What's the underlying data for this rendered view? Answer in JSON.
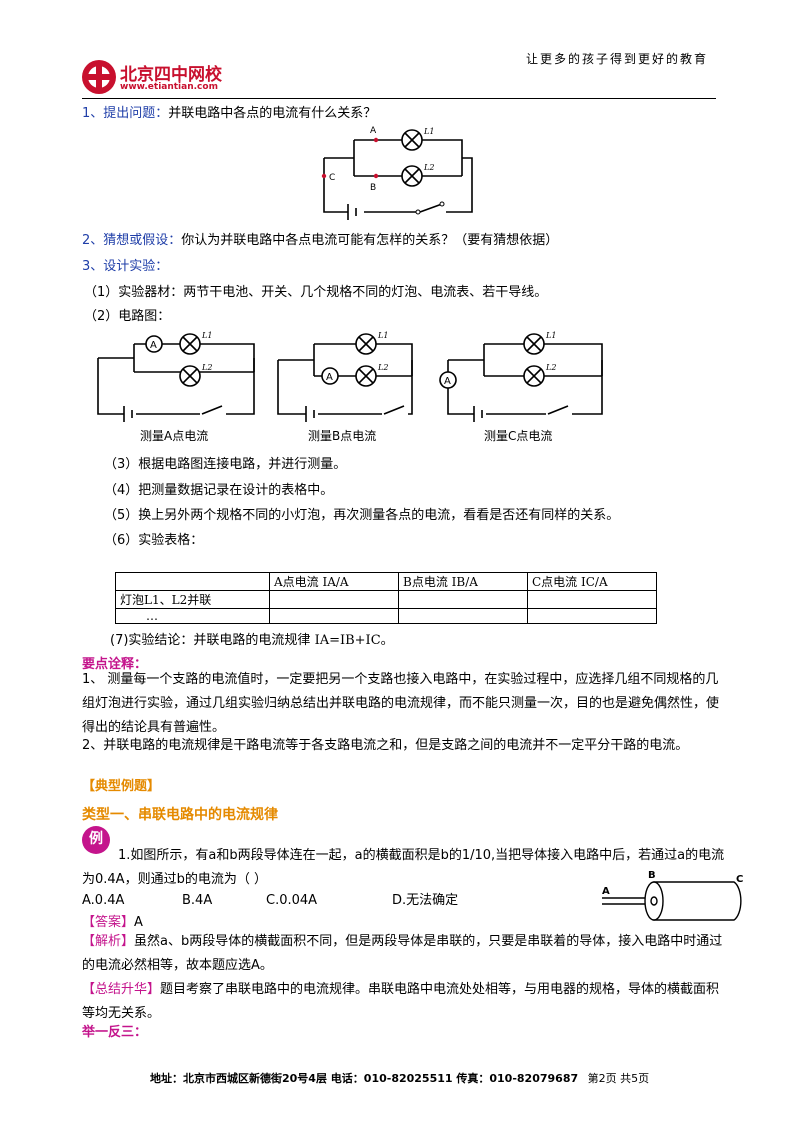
{
  "header": {
    "logo_text": "北京四中网校",
    "logo_url": "www.etiantian.com",
    "slogan": "让更多的孩子得到更好的教育"
  },
  "section1": {
    "heading": "1、提出问题：",
    "question": "并联电路中各点的电流有什么关系？",
    "circuit_labels": {
      "a": "A",
      "b": "B",
      "c": "C",
      "l1": "L1",
      "l2": "L2"
    }
  },
  "section2": {
    "heading": "2、猜想或假设：",
    "text": "你认为并联电路中各点电流可能有怎样的关系？（要有猜想依据）"
  },
  "section3": {
    "heading": "3、设计实验：",
    "items": [
      "（1）实验器材：两节干电池、开关、几个规格不同的灯泡、电流表、若干导线。",
      "（2）电路图：",
      "（3）根据电路图连接电路，并进行测量。",
      "（4）把测量数据记录在设计的表格中。",
      "（5）换上另外两个规格不同的小灯泡，再次测量各点的电流，看看是否还有同样的关系。",
      "（6）实验表格："
    ],
    "diagram_captions": [
      "测量A点电流",
      "测量B点电流",
      "测量C点电流"
    ],
    "ammeter_symbol": "A",
    "table": {
      "headers": [
        "",
        "A点电流 IA/A",
        "B点电流 IB/A",
        "C点电流 IC/A"
      ],
      "rows": [
        [
          "灯泡L1、L2并联",
          "",
          "",
          ""
        ],
        [
          "…",
          "",
          "",
          ""
        ]
      ]
    },
    "conclusion_prefix": "(7)实验结论：并联电路的电流规律",
    "conclusion_formula": "IA=IB+IC。"
  },
  "notes": {
    "heading": "要点诠释：",
    "p1": "1、 测量每一个支路的电流值时，一定要把另一个支路也接入电路中，在实验过程中，应选择几组不同规格的几组灯泡进行实验，通过几组实验归纳总结出并联电路的电流规律，而不能只测量一次，目的也是避免偶然性，使得出的结论具有普遍性。",
    "p2": "2、并联电路的电流规律是干路电流等于各支路电流之和，但是支路之间的电流并不一定平分干路的电流。"
  },
  "examples": {
    "heading": "【典型例题】",
    "type_heading": "类型一、串联电路中的电流规律",
    "badge": "例",
    "question": "1.如图所示，有a和b两段导体连在一起，a的横截面积是b的1/10,当把导体接入电路中后，若通过a的电流为0.4A，则通过b的电流为（        ）",
    "options": [
      "A.0.4A",
      "B.4A",
      "C.0.04A",
      "D.无法确定"
    ],
    "conductor_labels": [
      "A",
      "B",
      "C"
    ],
    "answer_label": "【答案】",
    "answer": "A",
    "analysis_label": "【解析】",
    "analysis": "虽然a、b两段导体的横截面积不同，但是两段导体是串联的，只要是串联着的导体，接入电路中时通过的电流必然相等，故本题应选A。",
    "summary_label": "【总结升华】",
    "summary": "题目考察了串联电路中的电流规律。串联电路中电流处处相等，与用电器的规格，导体的横截面积等均无关系。",
    "practice": "举一反三："
  },
  "footer": {
    "address": "地址：北京市西城区新德街20号4层 电话：010-82025511 传真：010-82079687",
    "page": "第2页 共5页"
  },
  "colors": {
    "blue": "#1f3ea8",
    "magenta": "#c4148c",
    "orange": "#e58a00",
    "red": "#c8102e"
  }
}
